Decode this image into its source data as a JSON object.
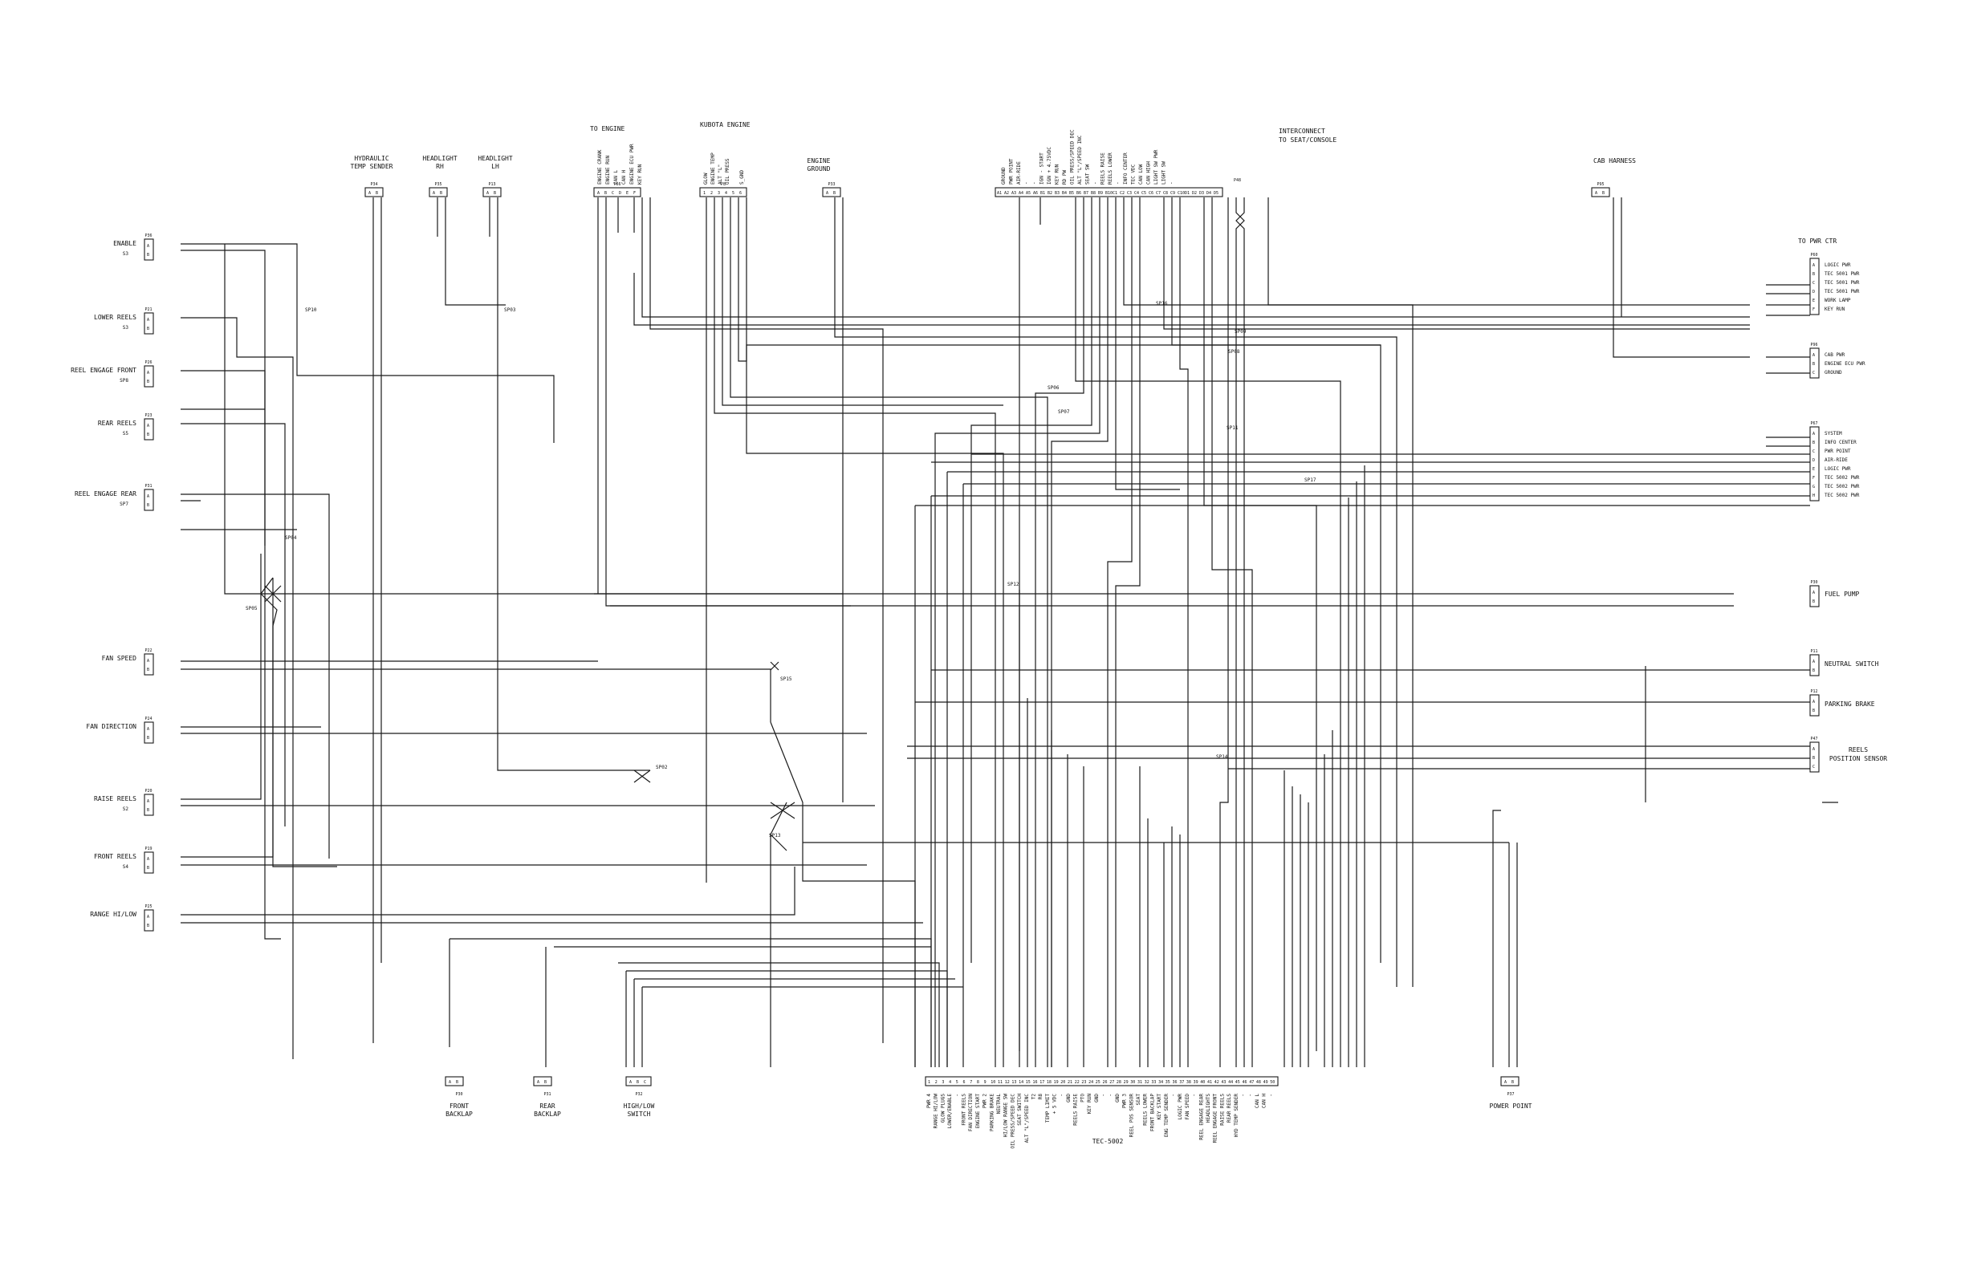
{
  "headers": {
    "to_engine": "TO ENGINE",
    "kubota_engine": "KUBOTA ENGINE",
    "interconnect": [
      "INTERCONNECT",
      "TO SEAT/CONSOLE"
    ],
    "cab_harness": "CAB HARNESS",
    "to_pwr_ctr": "TO PWR CTR",
    "engine_ground": [
      "ENGINE",
      "GROUND"
    ],
    "hydraulic_temp": [
      "HYDRAULIC",
      "TEMP SENDER"
    ],
    "headlight_rh": [
      "HEADLIGHT",
      "RH"
    ],
    "headlight_lh": [
      "HEADLIGHT",
      "LH"
    ]
  },
  "top_connectors": [
    {
      "id": "P34",
      "pins": [
        "A",
        "B"
      ]
    },
    {
      "id": "P35",
      "pins": [
        "A",
        "B"
      ]
    },
    {
      "id": "P13",
      "pins": [
        "A",
        "B"
      ]
    },
    {
      "id": "P66",
      "pins": [
        "A",
        "B",
        "C",
        "D",
        "E",
        "F"
      ]
    },
    {
      "id": "P8",
      "pins": [
        "1",
        "2",
        "3",
        "4",
        "5",
        "6"
      ]
    },
    {
      "id": "P33",
      "pins": [
        "A",
        "B"
      ]
    },
    {
      "id": "P48",
      "pins": [
        "A1",
        "A2",
        "A3",
        "A4",
        "A5",
        "A6",
        "B1",
        "B2",
        "B3",
        "B4",
        "B5",
        "B6",
        "B7",
        "B8",
        "B9",
        "B10",
        "C1",
        "C2",
        "C3",
        "C4",
        "C5",
        "C6",
        "C7",
        "C8",
        "C9",
        "C10",
        "D1",
        "D2",
        "D3",
        "D4",
        "D5"
      ]
    },
    {
      "id": "P95",
      "pins": [
        "A",
        "B"
      ]
    }
  ],
  "engine_wires": [
    "ENGINE CRANK",
    "ENGINE RUN",
    "CAN L",
    "CAN H",
    "ENGINE ECU PWR",
    "KEY RUN"
  ],
  "kubota_wires": [
    "GLOW",
    "ENGINE TEMP",
    "ALT \"L\"",
    "OIL PRESS",
    "",
    "S_GND"
  ],
  "interconnect_wires": [
    "GROUND",
    "PWR POINT",
    "AIR-RIDE",
    "-",
    "-",
    "IGN - START",
    "IGN + 4.75VDC",
    "KEY RUN",
    "RD PW",
    "OIL PRESS/SPEED DEC",
    "ALT \"L\"/SPEED INC",
    "SEAT SW",
    "-",
    "REELS RAISE",
    "REELS LOWER",
    "-",
    "INFO CENTER",
    "TEC VDC",
    "CAN LOW",
    "CAN HIGH",
    "LIGHT SW PWR",
    "LIGHT SW",
    "-"
  ],
  "left_items": [
    {
      "id": "P36",
      "label": "ENABLE",
      "sub": "S3"
    },
    {
      "id": "P21",
      "label": "LOWER REELS",
      "sub": "S3"
    },
    {
      "id": "P26",
      "label": "REEL ENGAGE FRONT",
      "sub": "SP8"
    },
    {
      "id": "P23",
      "label": "REAR REELS",
      "sub": "S5"
    },
    {
      "id": "P31",
      "label": "REEL ENGAGE REAR",
      "sub": "SP7"
    },
    {
      "id": "P22",
      "label": "FAN SPEED",
      "sub": ""
    },
    {
      "id": "P24",
      "label": "FAN DIRECTION",
      "sub": ""
    },
    {
      "id": "P20",
      "label": "RAISE REELS",
      "sub": "S2"
    },
    {
      "id": "P19",
      "label": "FRONT REELS",
      "sub": "S4"
    },
    {
      "id": "P25",
      "label": "RANGE HI/LOW",
      "sub": ""
    }
  ],
  "right_groups": {
    "pwr_ctr": {
      "id": "P60",
      "pins": [
        "A",
        "B",
        "C",
        "D",
        "E",
        "F"
      ],
      "labels": [
        "LOGIC PWR",
        "TEC 5001 PWR",
        "TEC 5001 PWR",
        "TEC 5001 PWR",
        "WORK LAMP",
        "KEY RUN"
      ]
    },
    "cab": {
      "id": "P96",
      "pins": [
        "A",
        "B",
        "C"
      ],
      "labels": [
        "CAB PWR",
        "ENGINE ECU PWR",
        "GROUND"
      ]
    },
    "p67": {
      "id": "P67",
      "pins": [
        "A",
        "B",
        "C",
        "D",
        "E",
        "F",
        "G",
        "H"
      ],
      "labels": [
        "SYSTEM",
        "INFO CENTER",
        "PWR POINT",
        "AIR-RIDE",
        "LOGIC PWR",
        "TEC 5002 PWR",
        "TEC 5002 PWR",
        "TEC 5002 PWR"
      ]
    },
    "fuel_pump": {
      "id": "P30",
      "pins": [
        "A",
        "B"
      ],
      "label": "FUEL PUMP"
    },
    "neutral": {
      "id": "P11",
      "pins": [
        "A",
        "B"
      ],
      "label": "NEUTRAL SWITCH"
    },
    "parking": {
      "id": "P12",
      "pins": [
        "A",
        "B"
      ],
      "label": "PARKING BRAKE"
    },
    "reels_pos": {
      "id": "P47",
      "pins": [
        "A",
        "B",
        "C"
      ],
      "label": [
        "REELS",
        "POSITION SENSOR"
      ]
    }
  },
  "splices": [
    "SP10",
    "SP03",
    "SP16",
    "SP09",
    "SP08",
    "SP06",
    "SP07",
    "SP11",
    "SP17",
    "SP04",
    "SP05",
    "SP12",
    "SP15",
    "SP02",
    "SP14",
    "SP13"
  ],
  "bottom": {
    "front_backlap": {
      "id": "P30",
      "label": [
        "FRONT",
        "BACKLAP"
      ],
      "pins": [
        "A",
        "B"
      ]
    },
    "rear_backlap": {
      "id": "P31",
      "label": [
        "REAR",
        "BACKLAP"
      ],
      "pins": [
        "A",
        "B"
      ]
    },
    "high_low": {
      "id": "P32",
      "label": [
        "HIGH/LOW",
        "SWITCH"
      ],
      "pins": [
        "A",
        "B",
        "C"
      ]
    },
    "power_point": {
      "id": "P37",
      "label": "POWER POINT",
      "pins": [
        "A",
        "B"
      ]
    },
    "tec_title": "TEC-5002",
    "tec_labels": [
      "PWR 4",
      "RANGE HI/LOW",
      "GLOW PLUGS",
      "LOWER/ENABLE",
      "-",
      "FRONT REELS",
      "FAN DIRECTION",
      "ENGINE START",
      "PWR 2",
      "PARKING BRAKE",
      "NEUTRAL",
      "HI/LOW RANGE SW",
      "OIL PRESS/SPEED DEC",
      "SEAT SWITCH",
      "ALT \"L\"/SPEED INC",
      "T2",
      "R8",
      "TEMP LIMIT",
      "+ 5 VDC",
      "-",
      "GND",
      "REELS RAISE",
      "PTO",
      "KEY RUN",
      "GND",
      "-",
      "-",
      "GND",
      "PWR 3",
      "REEL POS SENSOR",
      "SEAT",
      "REELS LOWER",
      "FRONT BACKLAP",
      "KEY START",
      "ENG TEMP SENDER",
      "-",
      "LOGIC PWR",
      "FAN SPEED",
      "-",
      "REEL ENGAGE REAR",
      "HEADLIGHTS",
      "REEL ENGAGE FRONT",
      "RAISE REELS",
      "REAR REELS",
      "HYD TEMP SENDER",
      "-",
      "-",
      "CAN L",
      "CAN H",
      "-"
    ]
  }
}
